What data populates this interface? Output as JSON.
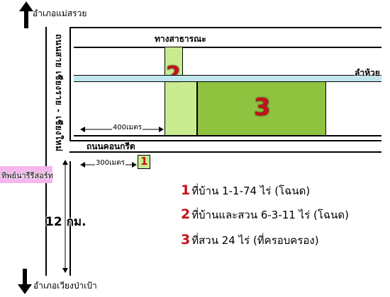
{
  "places": {
    "north": "อำเภอแม่สรวย",
    "south": "อำเภอเวียงป่าเป้า",
    "public_way": "ทางสาธารณะ",
    "stream": "ลำห้วย",
    "concrete_road": "ถนนคอนกรีต",
    "highway": "ถนนสาย เชียงราย - เชียงใหม่",
    "resort": "ทิพย์นารีรีสอร์ท"
  },
  "distances": {
    "to_plot2": "400เมตร",
    "to_plot1": "300เมตร",
    "km": "12 กม."
  },
  "plots": {
    "p1": "1",
    "p2": "2",
    "p3": "3"
  },
  "legend": [
    {
      "num": "1",
      "text": "ที่บ้าน 1-1-74 ไร่ (โฉนด)"
    },
    {
      "num": "2",
      "text": "ที่บ้านและสวน 6-3-11 ไร่ (โฉนด)"
    },
    {
      "num": "3",
      "text": "ที่สวน 24 ไร่ (ที่ครอบครอง)"
    }
  ],
  "colors": {
    "plot_light": "#c9ec90",
    "plot_dark": "#8fc23f",
    "stream": "#bfe6ee",
    "resort_bg": "#f4b6ec",
    "plot_number": "#c4111a"
  }
}
